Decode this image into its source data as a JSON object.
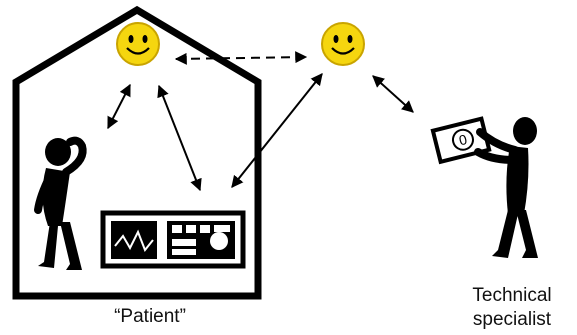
{
  "labels": {
    "patient": "“Patient”",
    "specialist_line1": "Technical",
    "specialist_line2": "specialist"
  },
  "device_display_value": "0",
  "colors": {
    "stroke": "#000000",
    "smiley_fill": "#f5d60f",
    "smiley_outline": "#c9a400",
    "figure": "#000000",
    "background": "#ffffff"
  },
  "icons": [
    "smiley-face-icon",
    "person-icon",
    "monitor-icon",
    "device-icon"
  ]
}
